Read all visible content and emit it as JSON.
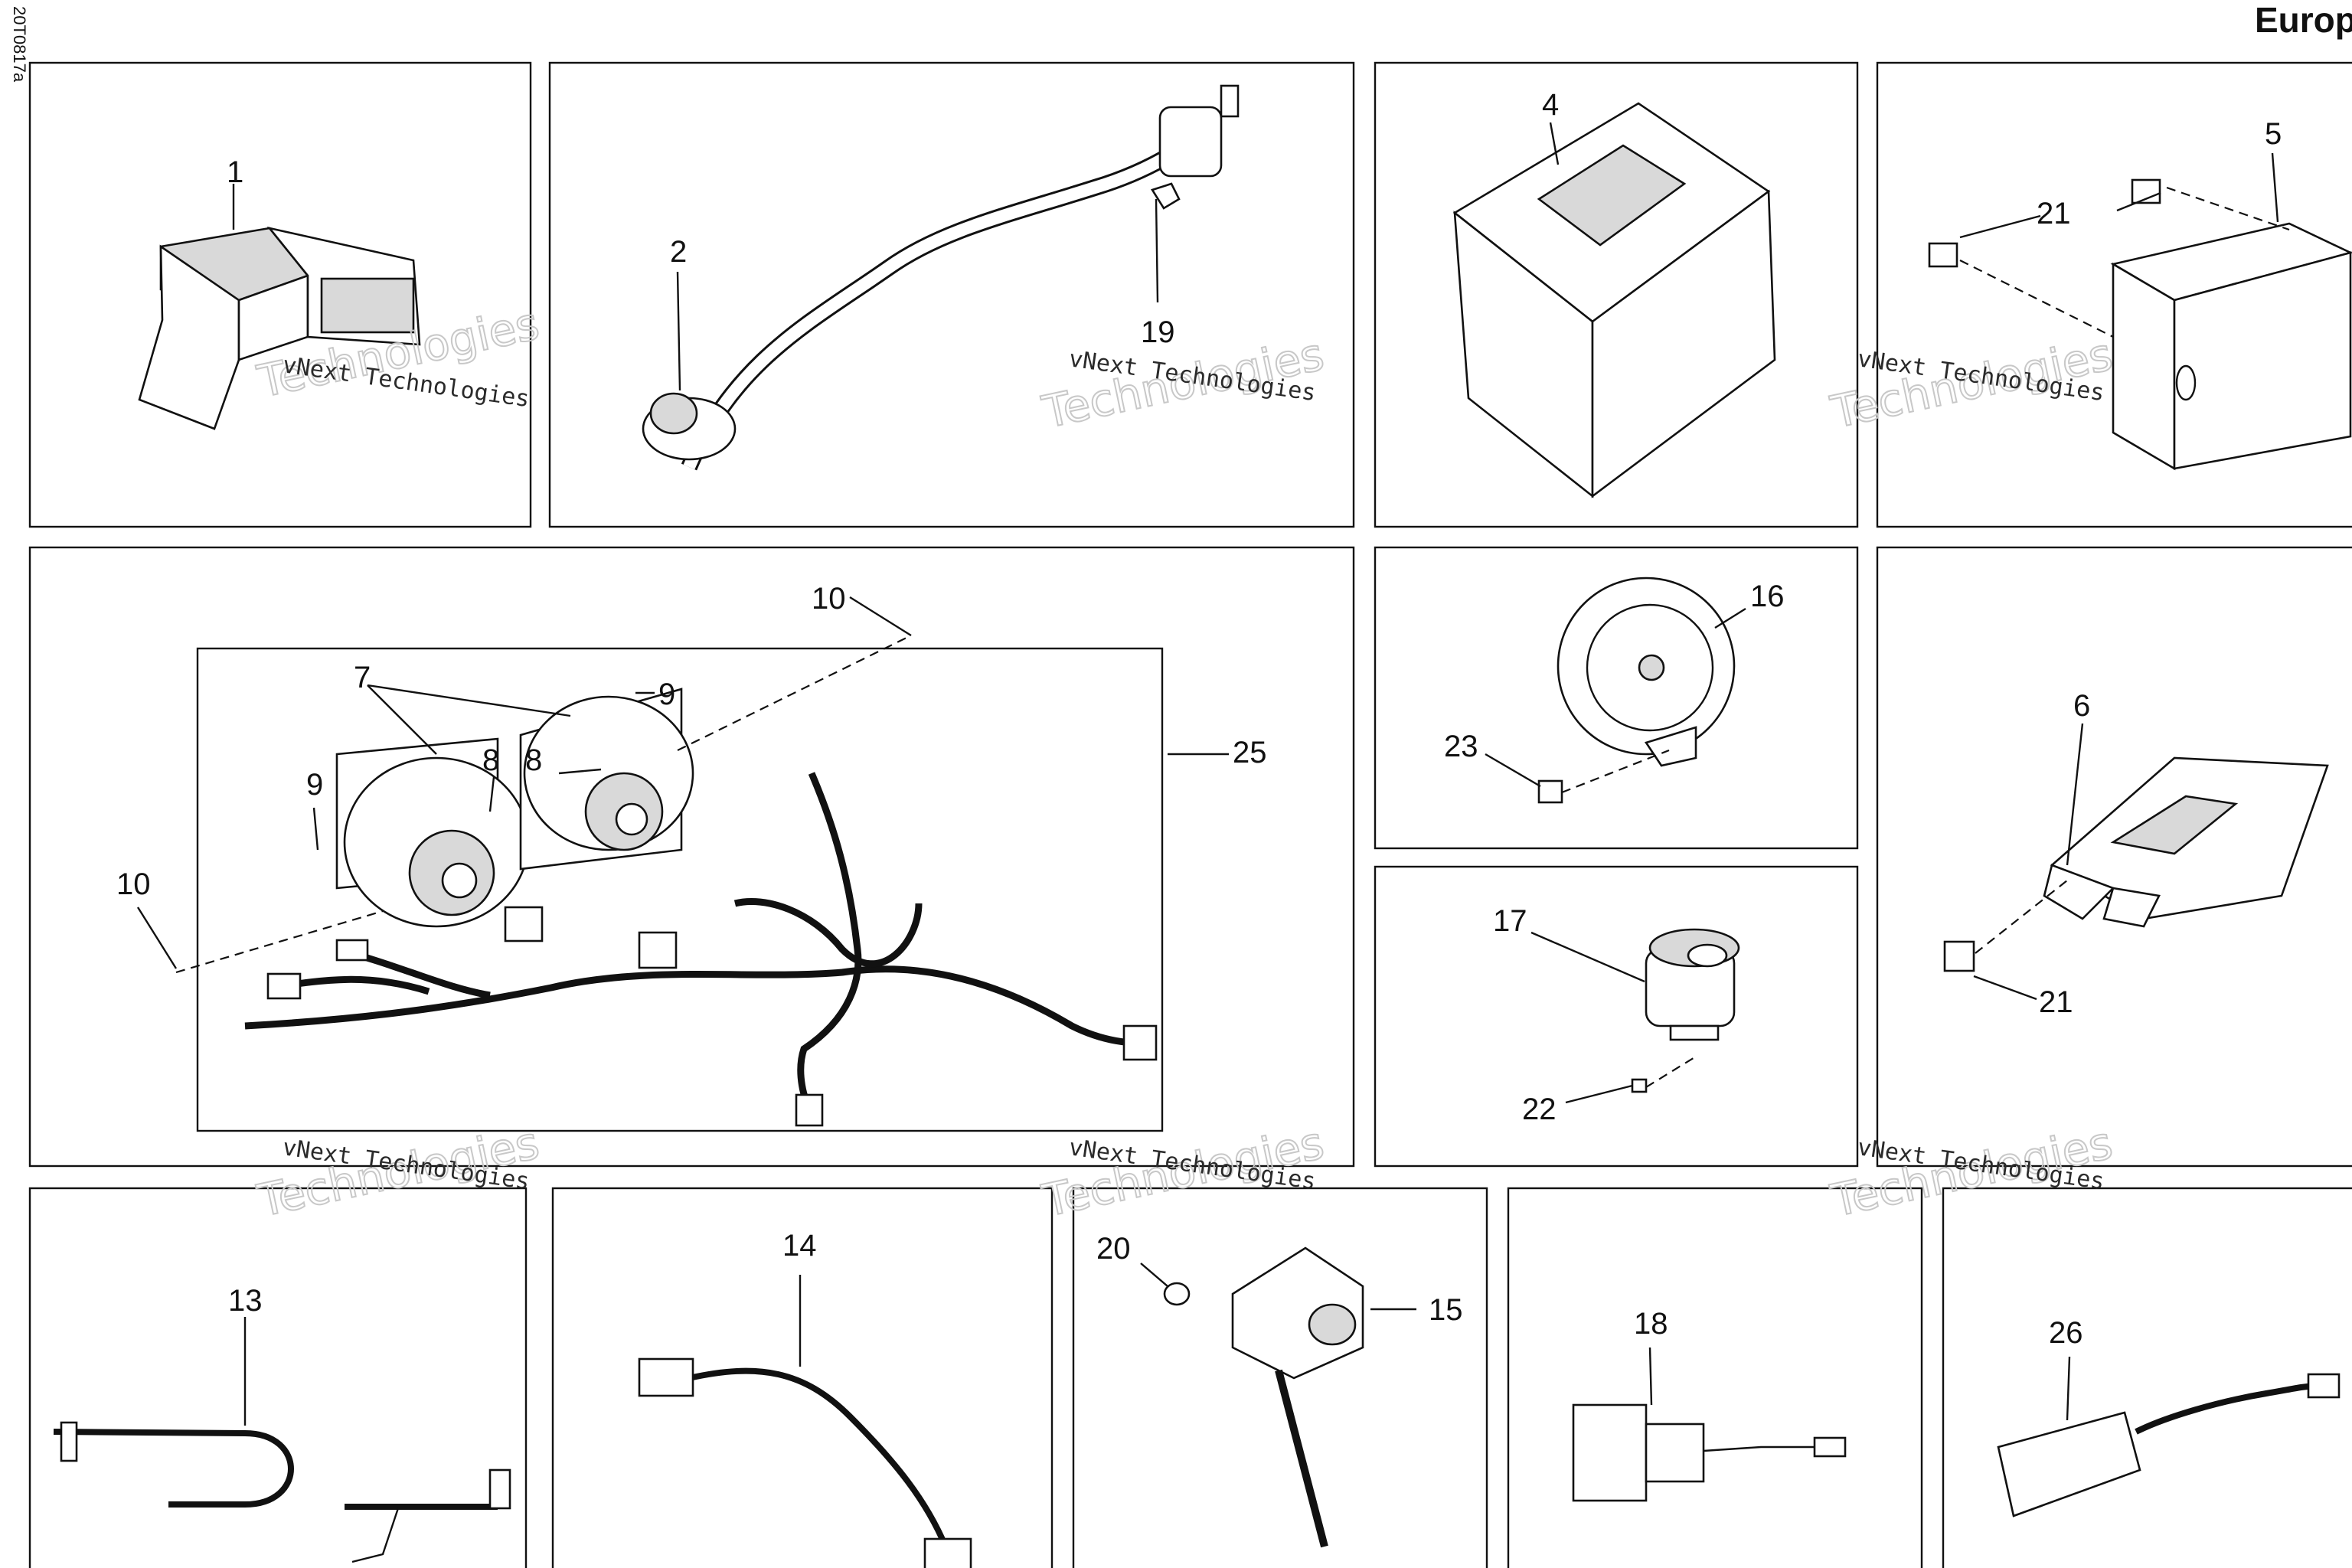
{
  "header": {
    "region_title": "Europ",
    "drawing_code": "20T0817a"
  },
  "watermark": {
    "line1": "vNext Technologies",
    "line2": "Technologies"
  },
  "callouts": {
    "c1": "1",
    "c2": "2",
    "c4": "4",
    "c5": "5",
    "c6": "6",
    "c7": "7",
    "c8a": "8",
    "c8b": "8",
    "c9a": "9",
    "c9b": "9",
    "c10a": "10",
    "c10b": "10",
    "c13": "13",
    "c14": "14",
    "c15": "15",
    "c16": "16",
    "c17": "17",
    "c18": "18",
    "c19": "19",
    "c20": "20",
    "c21a": "21",
    "c21b": "21",
    "c22": "22",
    "c23": "23",
    "c25": "25",
    "c26": "26"
  }
}
